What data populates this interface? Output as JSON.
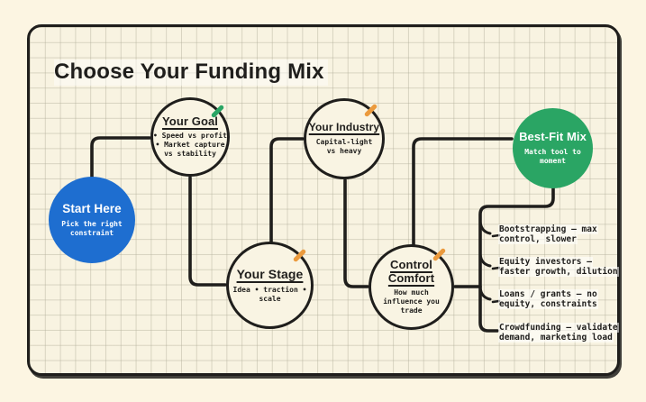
{
  "title": "Choose Your Funding Mix",
  "colors": {
    "ink": "#1f1e1c",
    "paper": "#fcf5e2",
    "blue": "#1e6ed0",
    "green": "#2aa564",
    "orange": "#eb9a3d"
  },
  "nodes": [
    {
      "key": "start-here",
      "title": "Start Here",
      "lines": [
        "Pick the right",
        "constraint"
      ],
      "accent": "blue"
    },
    {
      "key": "your-goal",
      "title": "Your Goal",
      "lines": [
        "• Speed vs profit",
        "• Market capture",
        "vs stability"
      ],
      "tick": "green"
    },
    {
      "key": "your-stage",
      "title": "Your Stage",
      "lines": [
        "Idea • traction •",
        "scale"
      ],
      "tick": "orange"
    },
    {
      "key": "your-industry",
      "title": "Your Industry",
      "lines": [
        "Capital-light",
        "vs heavy"
      ],
      "tick": "orange"
    },
    {
      "key": "control-comfort",
      "title": "Control Comfort",
      "lines": [
        "How much",
        "influence you",
        "trade"
      ],
      "tick": "orange"
    },
    {
      "key": "best-fit-mix",
      "title": "Best-Fit Mix",
      "lines": [
        "Match tool to",
        "moment"
      ],
      "accent": "green"
    }
  ],
  "outcomes": [
    {
      "lines": [
        "Bootstrapping — max",
        "control, slower"
      ]
    },
    {
      "lines": [
        "Equity investors —",
        "faster growth, dilution"
      ]
    },
    {
      "lines": [
        "Loans / grants — no",
        "equity, constraints"
      ]
    },
    {
      "lines": [
        "Crowdfunding — validate",
        "demand, marketing load"
      ]
    }
  ]
}
